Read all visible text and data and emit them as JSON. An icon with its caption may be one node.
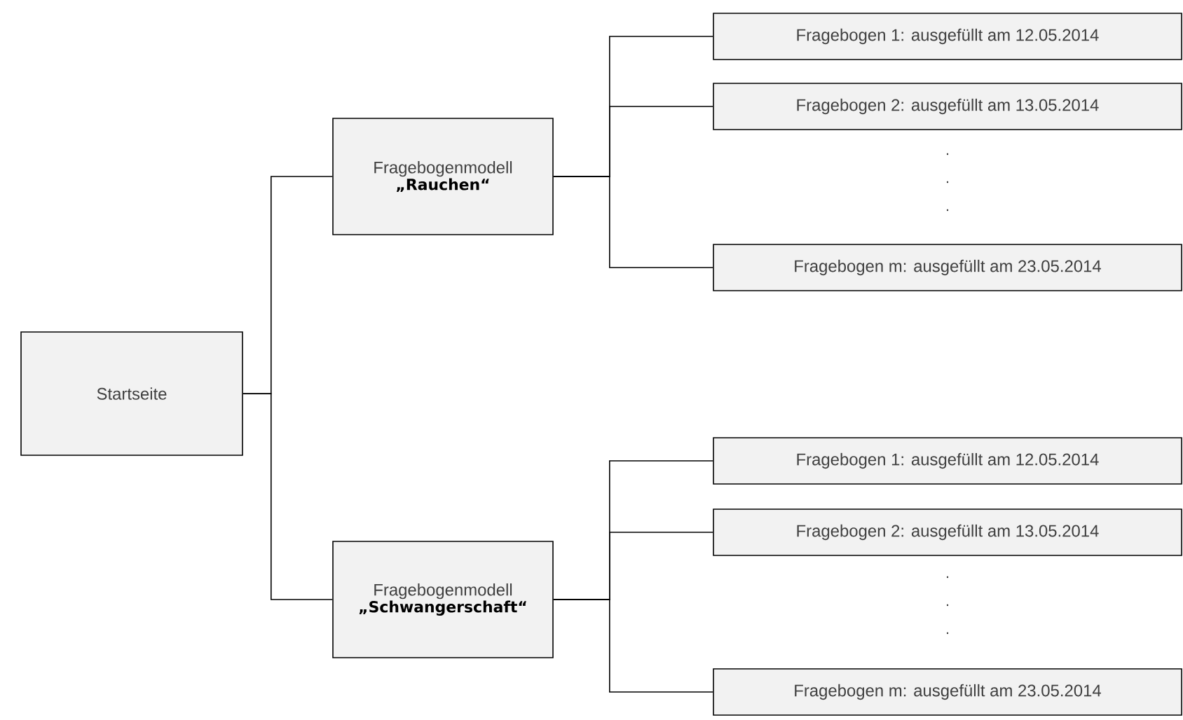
{
  "diagram": {
    "nodes": [
      {
        "text": [
          "Startseite"
        ]
      },
      {
        "text": [
          "Fragebogenmodell",
          "„Rauchen“"
        ]
      },
      {
        "text": [
          "Fragebogenmodell",
          "„Schwangerschaft“"
        ]
      },
      {
        "text": [
          "Fragebogen 1: ausgefüllt am 12.05.2014"
        ]
      },
      {
        "text": [
          "Fragebogen 2: ausgefüllt am 13.05.2014"
        ]
      },
      {
        "text": [
          "Fragebogen m: ausgefüllt am 23.05.2014"
        ]
      },
      {
        "text": [
          "Fragebogen 1: ausgefüllt am 12.05.2014"
        ]
      },
      {
        "text": [
          "Fragebogen 2: ausgefüllt am 13.05.2014"
        ]
      },
      {
        "text": [
          "Fragebogen m: ausgefüllt am 23.05.2014"
        ]
      }
    ],
    "edges": [
      {
        "from": 0,
        "to": 1,
        "arrow": "none"
      },
      {
        "from": 0,
        "to": 2,
        "arrow": "none"
      },
      {
        "from": 1,
        "to": 3,
        "arrow": "none"
      },
      {
        "from": 1,
        "to": 4,
        "arrow": "none"
      },
      {
        "from": 1,
        "to": 5,
        "arrow": "none"
      },
      {
        "from": 2,
        "to": 6,
        "arrow": "none"
      },
      {
        "from": 2,
        "to": 7,
        "arrow": "none"
      },
      {
        "from": 2,
        "to": 8,
        "arrow": "none"
      }
    ],
    "labels": [
      ".",
      ".",
      ".",
      ".",
      ".",
      "."
    ]
  }
}
